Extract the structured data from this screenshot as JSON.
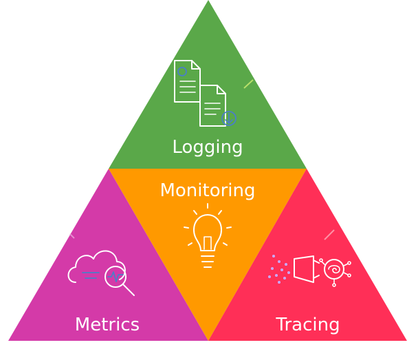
{
  "diagram": {
    "sections": [
      {
        "id": "logging",
        "label": "Logging",
        "color": "#5aa849",
        "icon": "documents-download-icon"
      },
      {
        "id": "monitoring",
        "label": "Monitoring",
        "color": "#ff9900",
        "icon": "lightbulb-icon"
      },
      {
        "id": "metrics",
        "label": "Metrics",
        "color": "#d43aa8",
        "icon": "cloud-magnifier-icon"
      },
      {
        "id": "tracing",
        "label": "Tracing",
        "color": "#ff2f57",
        "icon": "trace-fingerprint-icon"
      }
    ]
  }
}
